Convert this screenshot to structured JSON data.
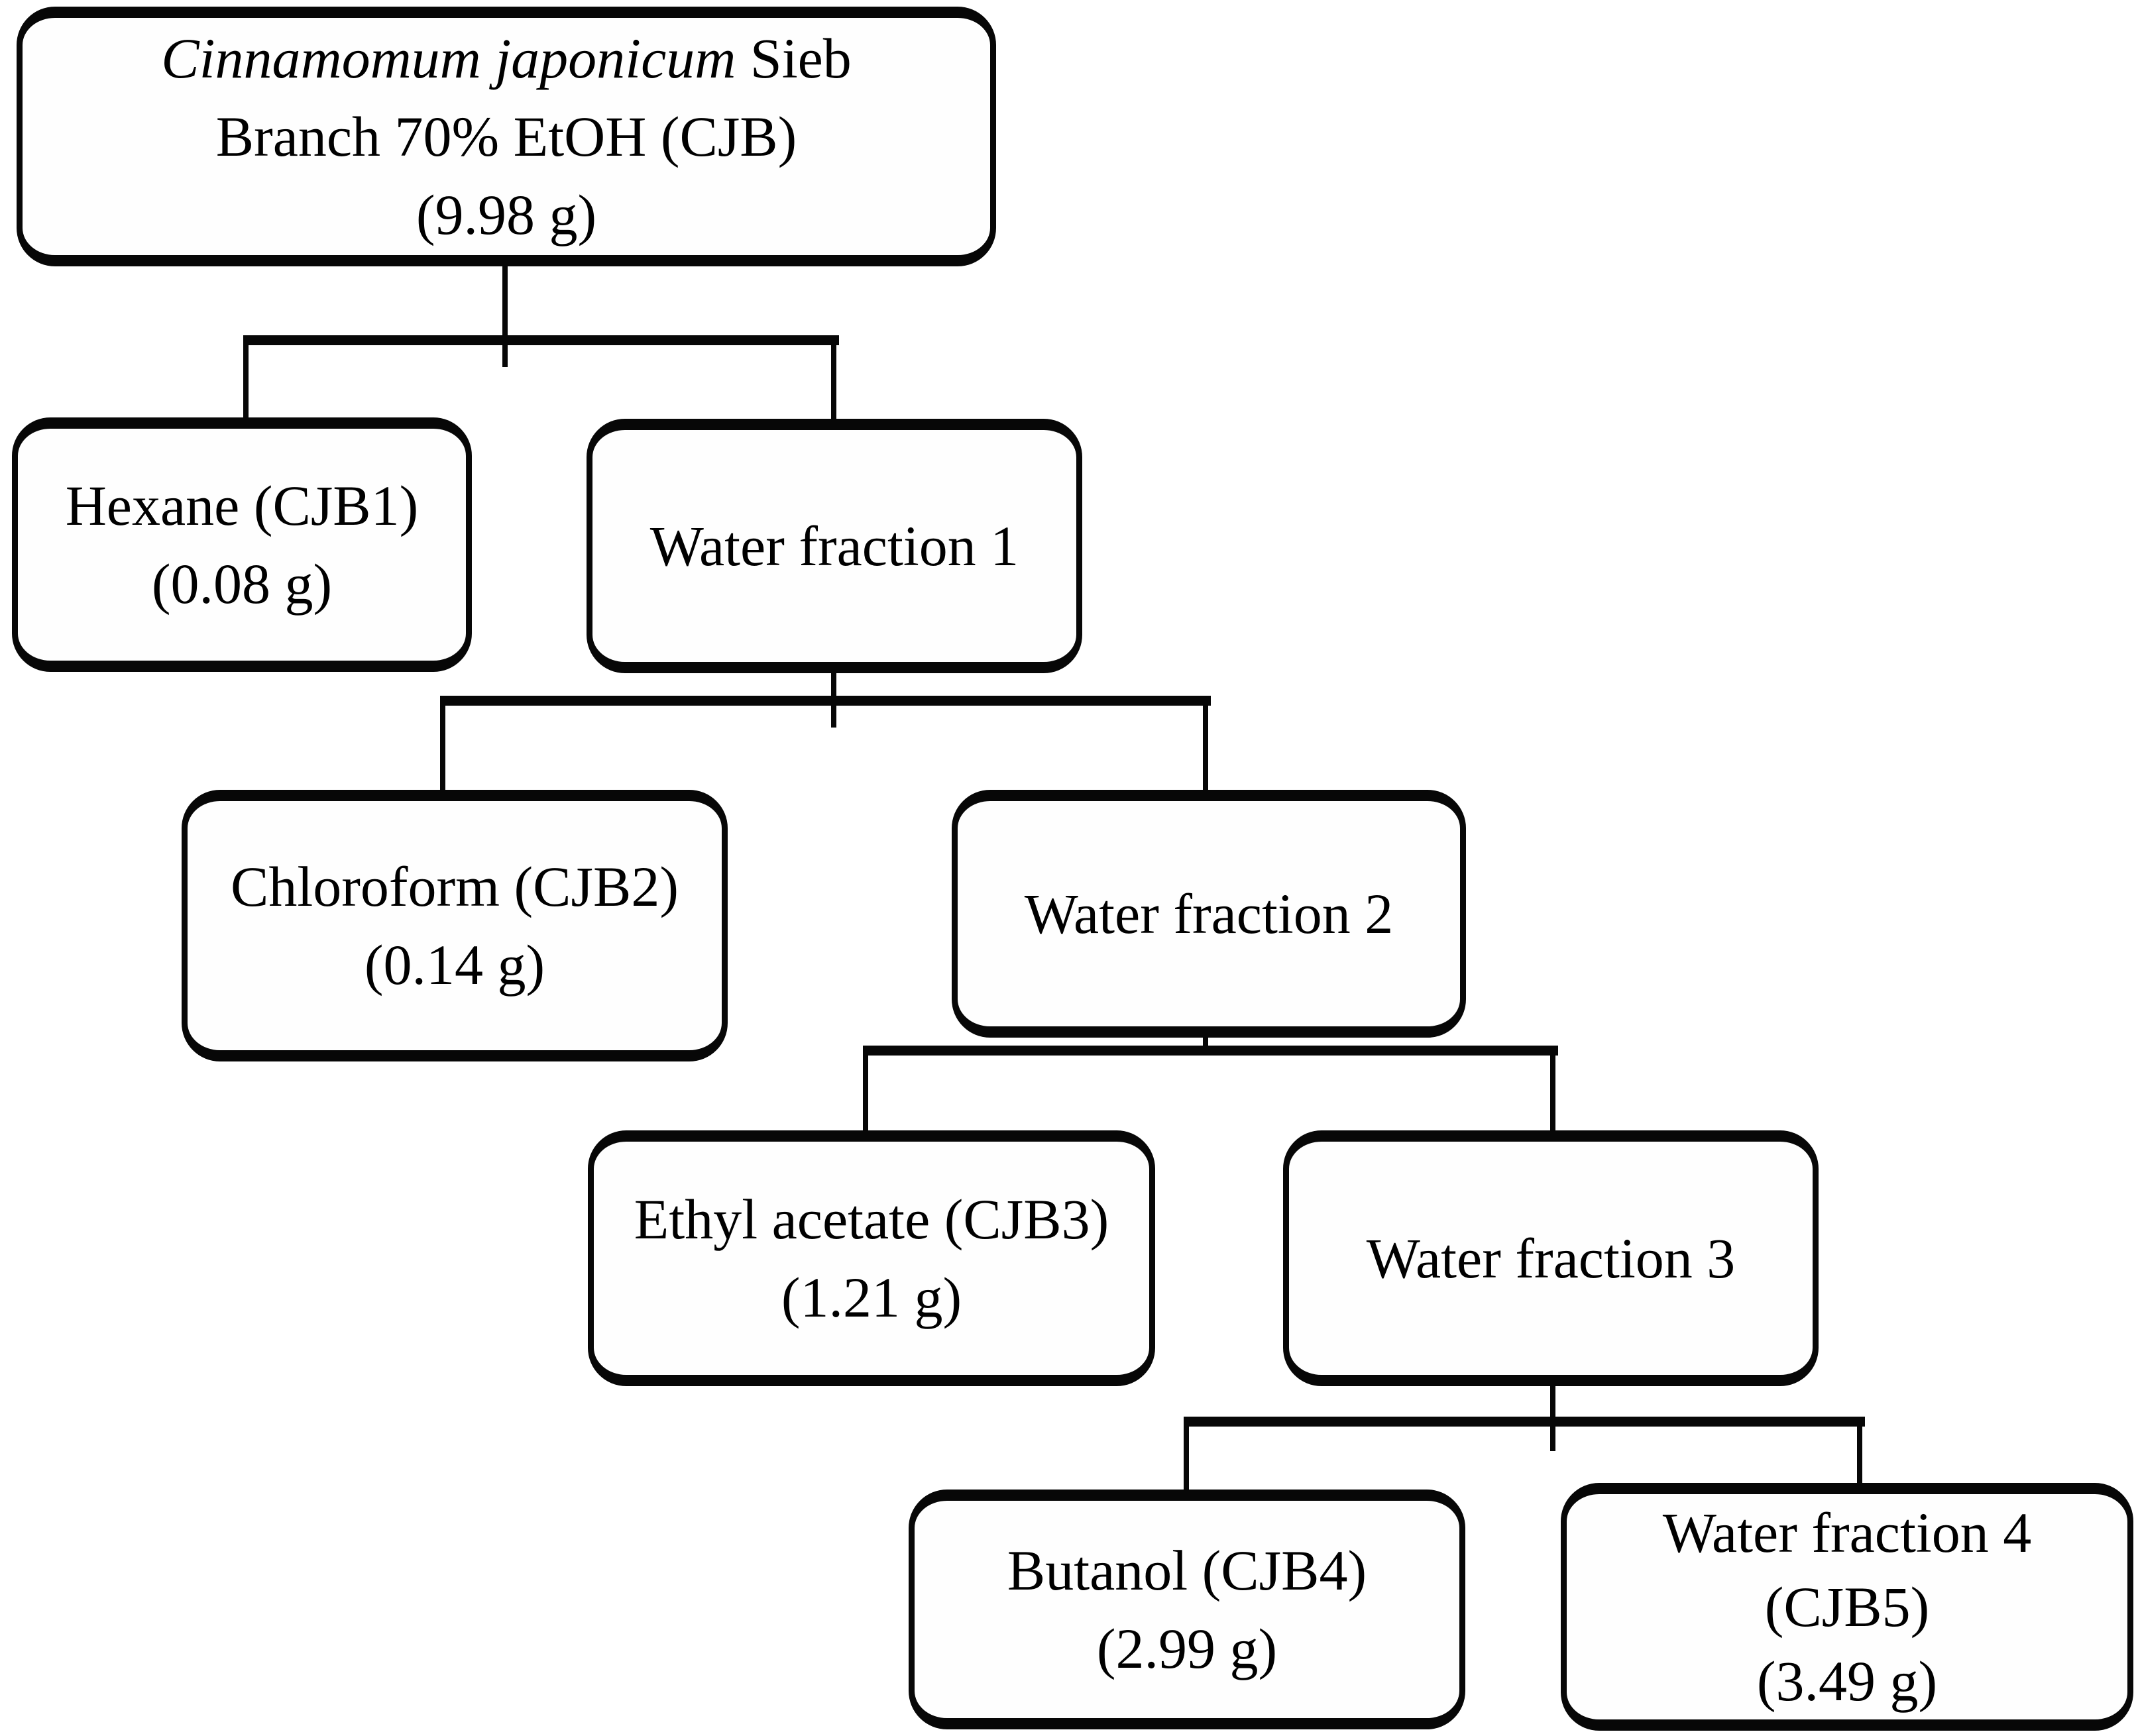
{
  "diagram": {
    "kind": "fractionation-flowchart",
    "nodes": {
      "cjb": {
        "line1_italic": "Cinnamomum japonicum",
        "line1_rest": " Sieb",
        "line2": "Branch 70% EtOH (CJB)",
        "line3": "(9.98 g)"
      },
      "hexane": {
        "line1": "Hexane (CJB1)",
        "line2": "(0.08 g)"
      },
      "wf1": {
        "line1": "Water fraction 1"
      },
      "chloroform": {
        "line1": "Chloroform (CJB2)",
        "line2": "(0.14 g)"
      },
      "wf2": {
        "line1": "Water fraction 2"
      },
      "ethyl_acetate": {
        "line1": "Ethyl acetate (CJB3)",
        "line2": "(1.21 g)"
      },
      "wf3": {
        "line1": "Water fraction 3"
      },
      "butanol": {
        "line1": "Butanol (CJB4)",
        "line2": "(2.99 g)"
      },
      "wf4": {
        "line1": "Water fraction 4",
        "line2": "(CJB5)",
        "line3": "(3.49 g)"
      }
    },
    "edges": [
      {
        "from": "cjb",
        "to": "hexane"
      },
      {
        "from": "cjb",
        "to": "wf1"
      },
      {
        "from": "wf1",
        "to": "chloroform"
      },
      {
        "from": "wf1",
        "to": "wf2"
      },
      {
        "from": "wf2",
        "to": "ethyl_acetate"
      },
      {
        "from": "wf2",
        "to": "wf3"
      },
      {
        "from": "wf3",
        "to": "butanol"
      },
      {
        "from": "wf3",
        "to": "wf4"
      }
    ],
    "colors": {
      "line": "#070707",
      "box_border": "#070707",
      "background": "#ffffff",
      "text": "#000000"
    }
  }
}
